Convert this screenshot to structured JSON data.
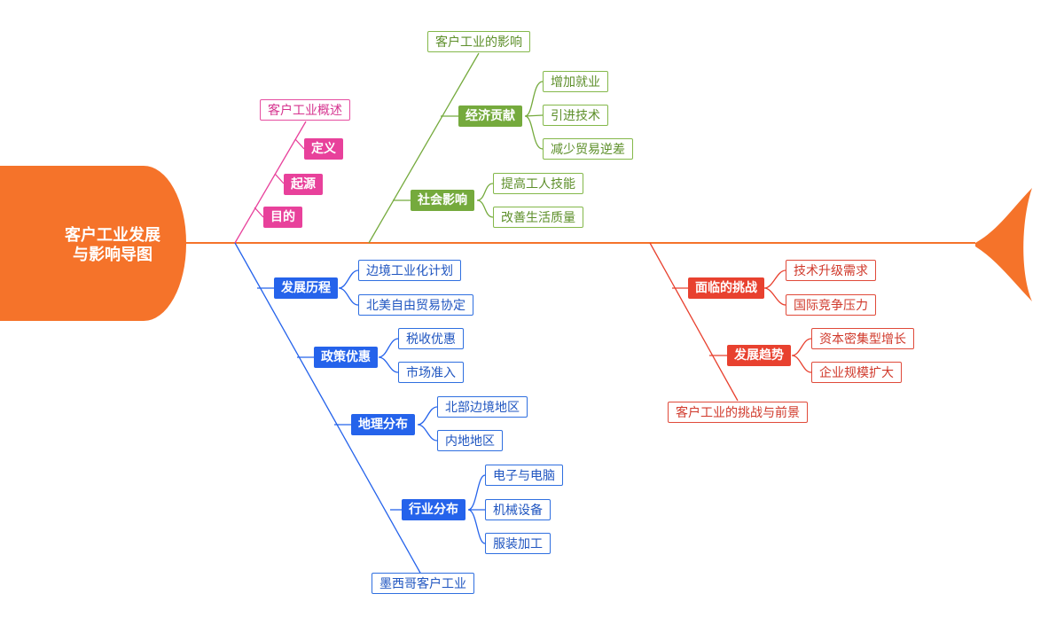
{
  "title": "客户工业发展\n与影响导图",
  "colors": {
    "spine": "#f5732a",
    "pink": "#e8419b",
    "green": "#75aa3d",
    "blue": "#2563eb",
    "red": "#e8412f"
  },
  "overview": {
    "title": "客户工业概述",
    "items": [
      "定义",
      "起源",
      "目的"
    ]
  },
  "impact": {
    "title": "客户工业的影响",
    "economic": {
      "label": "经济贡献",
      "items": [
        "增加就业",
        "引进技术",
        "减少贸易逆差"
      ]
    },
    "social": {
      "label": "社会影响",
      "items": [
        "提高工人技能",
        "改善生活质量"
      ]
    }
  },
  "mexico": {
    "title": "墨西哥客户工业",
    "history": {
      "label": "发展历程",
      "items": [
        "边境工业化计划",
        "北美自由贸易协定"
      ]
    },
    "policy": {
      "label": "政策优惠",
      "items": [
        "税收优惠",
        "市场准入"
      ]
    },
    "geography": {
      "label": "地理分布",
      "items": [
        "北部边境地区",
        "内地地区"
      ]
    },
    "industry": {
      "label": "行业分布",
      "items": [
        "电子与电脑",
        "机械设备",
        "服装加工"
      ]
    }
  },
  "challenges": {
    "title": "客户工业的挑战与前景",
    "challenges": {
      "label": "面临的挑战",
      "items": [
        "技术升级需求",
        "国际竞争压力"
      ]
    },
    "trends": {
      "label": "发展趋势",
      "items": [
        "资本密集型增长",
        "企业规模扩大"
      ]
    }
  }
}
